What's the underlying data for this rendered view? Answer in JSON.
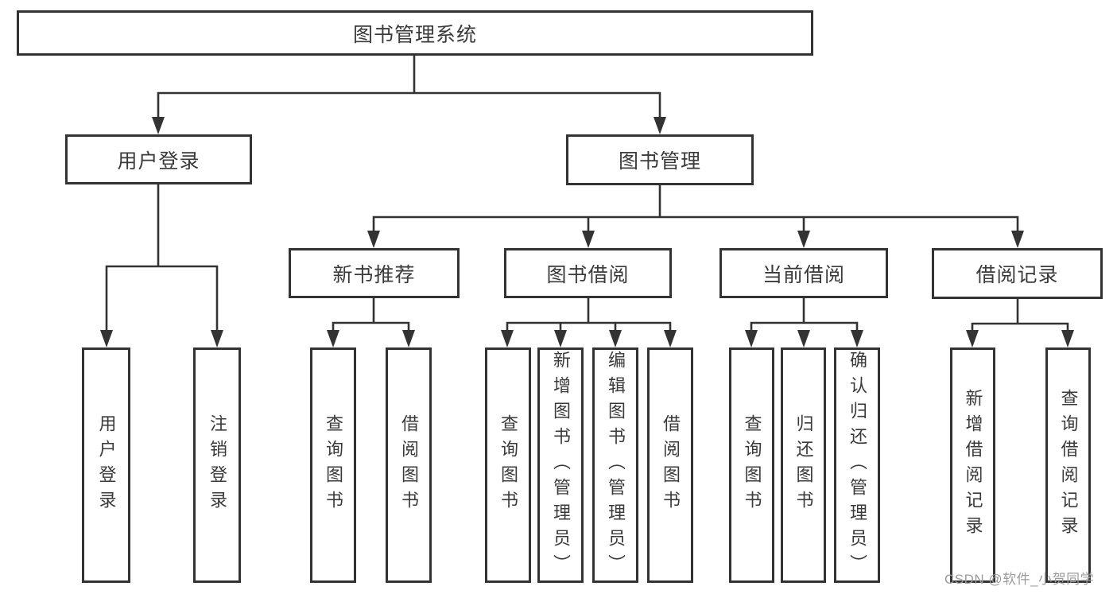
{
  "tree": {
    "label": "图书管理系统",
    "children": [
      {
        "label": "用户登录",
        "children": [
          {
            "label": "用户登录"
          },
          {
            "label": "注销登录"
          }
        ]
      },
      {
        "label": "图书管理",
        "children": [
          {
            "label": "新书推荐",
            "children": [
              {
                "label": "查询图书"
              },
              {
                "label": "借阅图书"
              }
            ]
          },
          {
            "label": "图书借阅",
            "children": [
              {
                "label": "查询图书"
              },
              {
                "label": "新增图书（管理员）"
              },
              {
                "label": "编辑图书（管理员）"
              },
              {
                "label": "借阅图书"
              }
            ]
          },
          {
            "label": "当前借阅",
            "children": [
              {
                "label": "查询图书"
              },
              {
                "label": "归还图书"
              },
              {
                "label": "确认归还（管理员）"
              }
            ]
          },
          {
            "label": "借阅记录",
            "children": [
              {
                "label": "新增借阅记录"
              },
              {
                "label": "查询借阅记录"
              }
            ]
          }
        ]
      }
    ]
  },
  "watermark": {
    "text": "CSDN @软件_小贺同学"
  },
  "colors": {
    "line": "#333333",
    "box_border": "#333333",
    "text": "#3a3a3a",
    "watermark": "#9b9b9b",
    "background": "#ffffff"
  }
}
